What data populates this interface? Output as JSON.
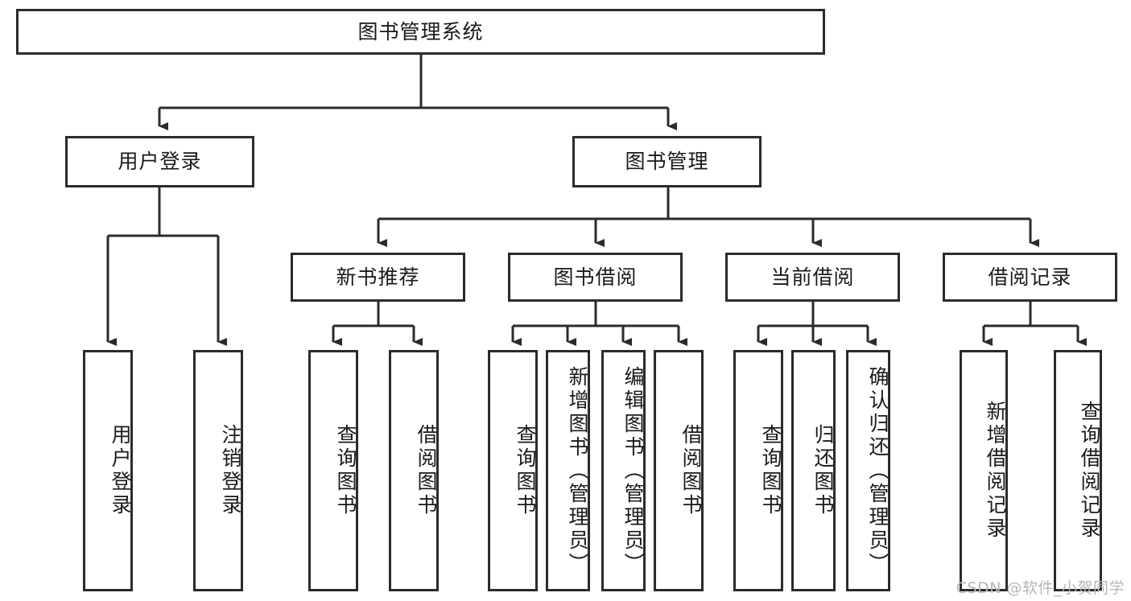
{
  "diagram": {
    "type": "tree-hierarchy",
    "title": "图书管理系统",
    "watermark": "CSDN @软件_小贺同学",
    "colors": {
      "border": "#2b2b2b",
      "background": "#ffffff",
      "text": "#1a1a1a",
      "watermark": "#b6b6b6"
    },
    "nodes": {
      "root": {
        "label": "图书管理系统",
        "orientation": "horizontal"
      },
      "level2": [
        {
          "label": "用户登录",
          "orientation": "horizontal"
        },
        {
          "label": "图书管理",
          "orientation": "horizontal"
        }
      ],
      "level3": [
        {
          "label": "新书推荐",
          "orientation": "horizontal"
        },
        {
          "label": "图书借阅",
          "orientation": "horizontal"
        },
        {
          "label": "当前借阅",
          "orientation": "horizontal"
        },
        {
          "label": "借阅记录",
          "orientation": "horizontal"
        }
      ],
      "leaves_user_login": [
        {
          "label": "用户登录",
          "orientation": "vertical"
        },
        {
          "label": "注销登录",
          "orientation": "vertical"
        }
      ],
      "leaves_new_book": [
        {
          "label": "查询图书",
          "orientation": "vertical"
        },
        {
          "label": "借阅图书",
          "orientation": "vertical"
        }
      ],
      "leaves_borrow": [
        {
          "label": "查询图书",
          "orientation": "vertical"
        },
        {
          "label": "新增图书（管理员）",
          "orientation": "vertical"
        },
        {
          "label": "编辑图书（管理员）",
          "orientation": "vertical"
        },
        {
          "label": "借阅图书",
          "orientation": "vertical"
        }
      ],
      "leaves_current": [
        {
          "label": "查询图书",
          "orientation": "vertical"
        },
        {
          "label": "归还图书",
          "orientation": "vertical"
        },
        {
          "label": "确认归还（管理员）",
          "orientation": "vertical"
        }
      ],
      "leaves_records": [
        {
          "label": "新增借阅记录",
          "orientation": "vertical"
        },
        {
          "label": "查询借阅记录",
          "orientation": "vertical"
        }
      ]
    }
  }
}
